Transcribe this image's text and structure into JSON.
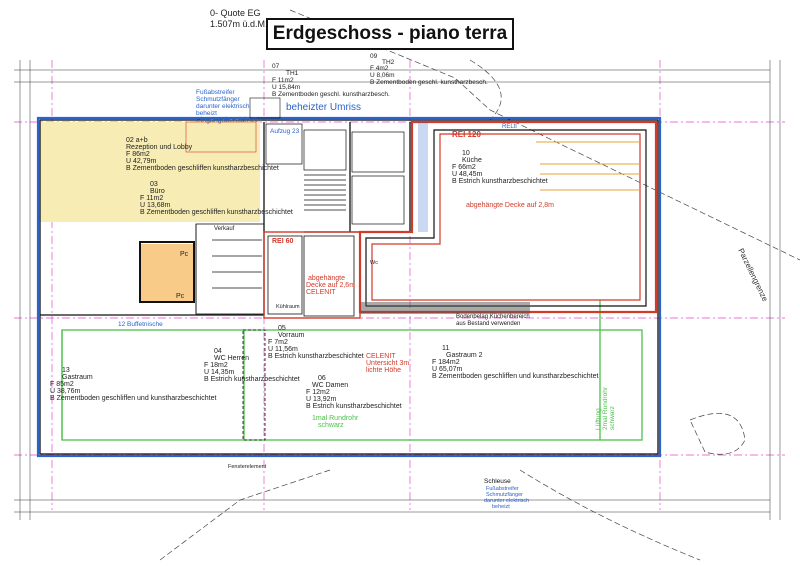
{
  "title": "Erdgeschoss - piano terra",
  "quota": [
    "0- Quote EG",
    "1.507m ü.d.M."
  ],
  "colors": {
    "blue": "#2a63c9",
    "red": "#d23a2a",
    "green": "#4cc14c",
    "magenta": "#e04ad0",
    "yellow": "#f6ecb4",
    "orange": "#f5a93a",
    "wall": "#111111"
  },
  "top_notes": {
    "entrance": [
      "Fußabstreifer",
      "Schmutzfänger",
      "darunter elektrisch",
      "beheizt",
      "Eingangsbereich 01"
    ],
    "th1": [
      "07",
      "TH1",
      "F    11m2",
      "U    15,84m",
      "B    Zementboden geschl. kunstharzbesch."
    ],
    "th2": [
      "09",
      "TH2",
      "F    4m2",
      "U    8,06m",
      "B    Zementboden geschl. kunstharzbesch."
    ],
    "umriss": "beheizter Umriss",
    "aufzug": "Aufzug 23",
    "reltl": "RELtl"
  },
  "rooms": {
    "r02": [
      "02 a+b",
      "Rezeption und Lobby",
      "F    86m2",
      "U    42,79m",
      "B    Zementboden geschliffen kunstharzbeschichtet"
    ],
    "r03": [
      "03",
      "Büro",
      "F    11m2",
      "U    13,68m",
      "B    Zementboden geschliffen kunstharzbeschichtet"
    ],
    "r10": [
      "10",
      "Küche",
      "F    66m2",
      "U    48,45m",
      "B    Estrich kunstharzbeschichtet"
    ],
    "r05": [
      "05",
      "Vorraum",
      "F    7m2",
      "U    11,56m",
      "B    Estrich kunstharzbeschichtet"
    ],
    "r04": [
      "04",
      "WC Herren",
      "F    18m2",
      "U    14,35m",
      "B    Estrich kunstharzbeschichtet"
    ],
    "r06": [
      "06",
      "WC Damen",
      "F    12m2",
      "U    13,92m",
      "B    Estrich kunstharzbeschichtet"
    ],
    "r11": [
      "11",
      "Gastraum 2",
      "F    184m2",
      "U    65,07m",
      "B    Zementboden geschliffen und kunstharzbeschichtet"
    ],
    "r13": [
      "13",
      "Gastraum",
      "F    85m2",
      "U    38,76m",
      "B    Zementboden geschliffen und kunstharzbeschichtet"
    ]
  },
  "labels": {
    "rei120": "REI 120",
    "rei60": "REI 60",
    "ceiling_kitchen": "abgehängte Decke auf 2,8m",
    "ceiling_vorraum": [
      "abgehängte",
      "Decke auf 2,6m"
    ],
    "celenit_small": "CELENIT",
    "celenit_big": [
      "CELENIT",
      "Untersicht 3m",
      "lichte Höhe"
    ],
    "bestand": [
      "Bodenbelag Küchenbereich",
      "aus Bestand verwenden"
    ],
    "pc1": "Pc",
    "pc2": "Pc",
    "verkauf": "Verkauf",
    "buffetnische": "12 Buffetnische",
    "runde_green": [
      "1mal Rundrohr",
      "schwarz"
    ],
    "lueftung": [
      "Lüftung",
      "2mal Rundrohr",
      "schwarz"
    ],
    "schleuse": [
      "Schleuse",
      "Fußabstreifer",
      "Schmutzfänger",
      "darunter elektrisch",
      "beheizt"
    ],
    "parzellengrenze": "Parzellengrenze",
    "fensterelement": "Fensterelement",
    "kuehl": "Kühlraum",
    "wc": "Wc"
  }
}
